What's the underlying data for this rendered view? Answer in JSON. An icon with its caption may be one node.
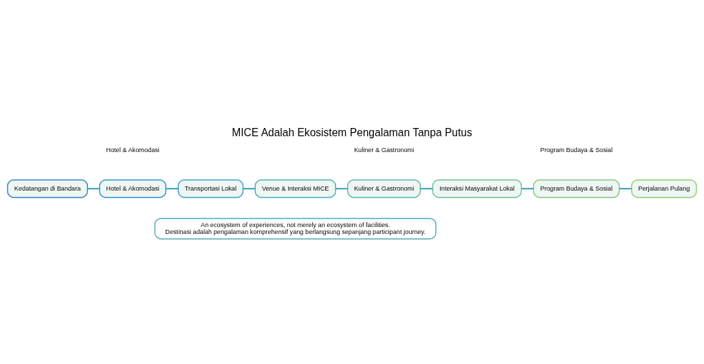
{
  "diagram": {
    "title": "MICE Adalah Ekosistem Pengalaman Tanpa Putus",
    "nodes": [
      {
        "text": [
          "Kedatangan di Bandara"
        ]
      },
      {
        "text": [
          "Hotel & Akomodasi"
        ]
      },
      {
        "text": [
          "Transportasi Lokal"
        ]
      },
      {
        "text": [
          "Venue & Interaksi MICE"
        ]
      },
      {
        "text": [
          "Kuliner & Gastronomi"
        ]
      },
      {
        "text": [
          "Interaksi Masyarakat Lokal"
        ]
      },
      {
        "text": [
          "Program Budaya & Sosial"
        ]
      },
      {
        "text": [
          "Perjalanan Pulang"
        ]
      },
      {
        "text": [
          "An ecosystem of experiences, not merely an ecosystem of facilities.",
          "Destinasi adalah pengalaman komprehensif yang berlangsung sepanjang participant journey."
        ]
      }
    ],
    "edges": [
      {
        "from": 0,
        "to": 1,
        "arrow": "none"
      },
      {
        "from": 1,
        "to": 2,
        "arrow": "none"
      },
      {
        "from": 2,
        "to": 3,
        "arrow": "none"
      },
      {
        "from": 3,
        "to": 4,
        "arrow": "none"
      },
      {
        "from": 4,
        "to": 5,
        "arrow": "none"
      },
      {
        "from": 5,
        "to": 6,
        "arrow": "none"
      },
      {
        "from": 6,
        "to": 7,
        "arrow": "none"
      }
    ],
    "labels": [
      "Hotel & Akomodasi",
      "Kuliner & Gastronomi",
      "Program Budaya & Sosial"
    ]
  }
}
